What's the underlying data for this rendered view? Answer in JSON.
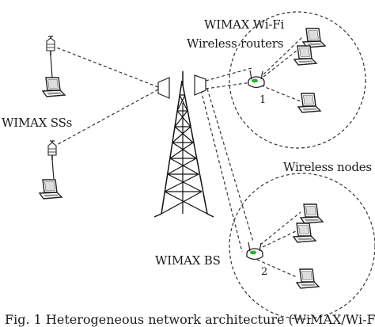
{
  "labels": {
    "routers_line1": "WIMAX Wi-Fi",
    "routers_line2": "Wireless routers",
    "ss": "WIMAX SSs",
    "nodes": "Wireless nodes",
    "bs": "WIMAX BS",
    "router1_id": "1",
    "router2_id": "2"
  },
  "caption": "Fig. 1 Heterogeneous network architecture (WiMAX/Wi-Fi)",
  "icons": [
    "tower-icon",
    "antenna-icon",
    "laptop-icon",
    "router-icon"
  ]
}
